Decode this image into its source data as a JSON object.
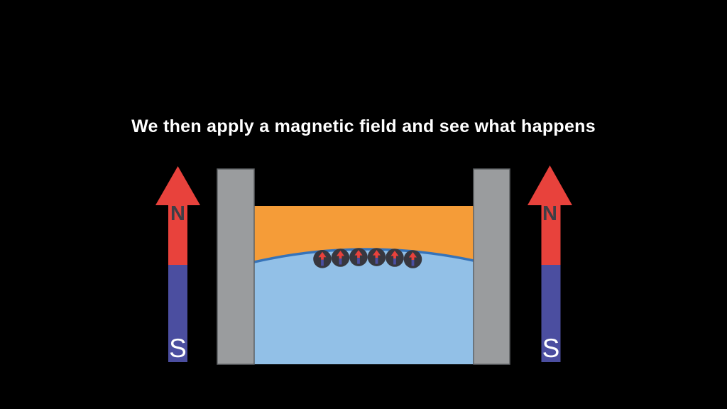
{
  "caption": {
    "text": "We then apply a magnetic field and see what happens"
  },
  "magnets": {
    "left": {
      "north_label": "N",
      "south_label": "S"
    },
    "right": {
      "north_label": "N",
      "south_label": "S"
    }
  },
  "particles": {
    "count": 6,
    "icon": "spin-up-arrow"
  },
  "colors": {
    "background": "#000000",
    "title_text": "#ffffff",
    "magnet_north_red": "#E8423C",
    "magnet_south_blue": "#4B4EA0",
    "north_label": "#3E3E46",
    "south_label": "#ffffff",
    "wall_gray": "#9A9C9E",
    "wall_border": "#5E6164",
    "field_orange": "#F59C38",
    "liquid_blue": "#92C0E7",
    "surface_line_blue": "#3673B9",
    "particle_body": "#37373F",
    "particle_arrow_red": "#E8423C",
    "particle_arrow_blue": "#4B4EA0"
  }
}
